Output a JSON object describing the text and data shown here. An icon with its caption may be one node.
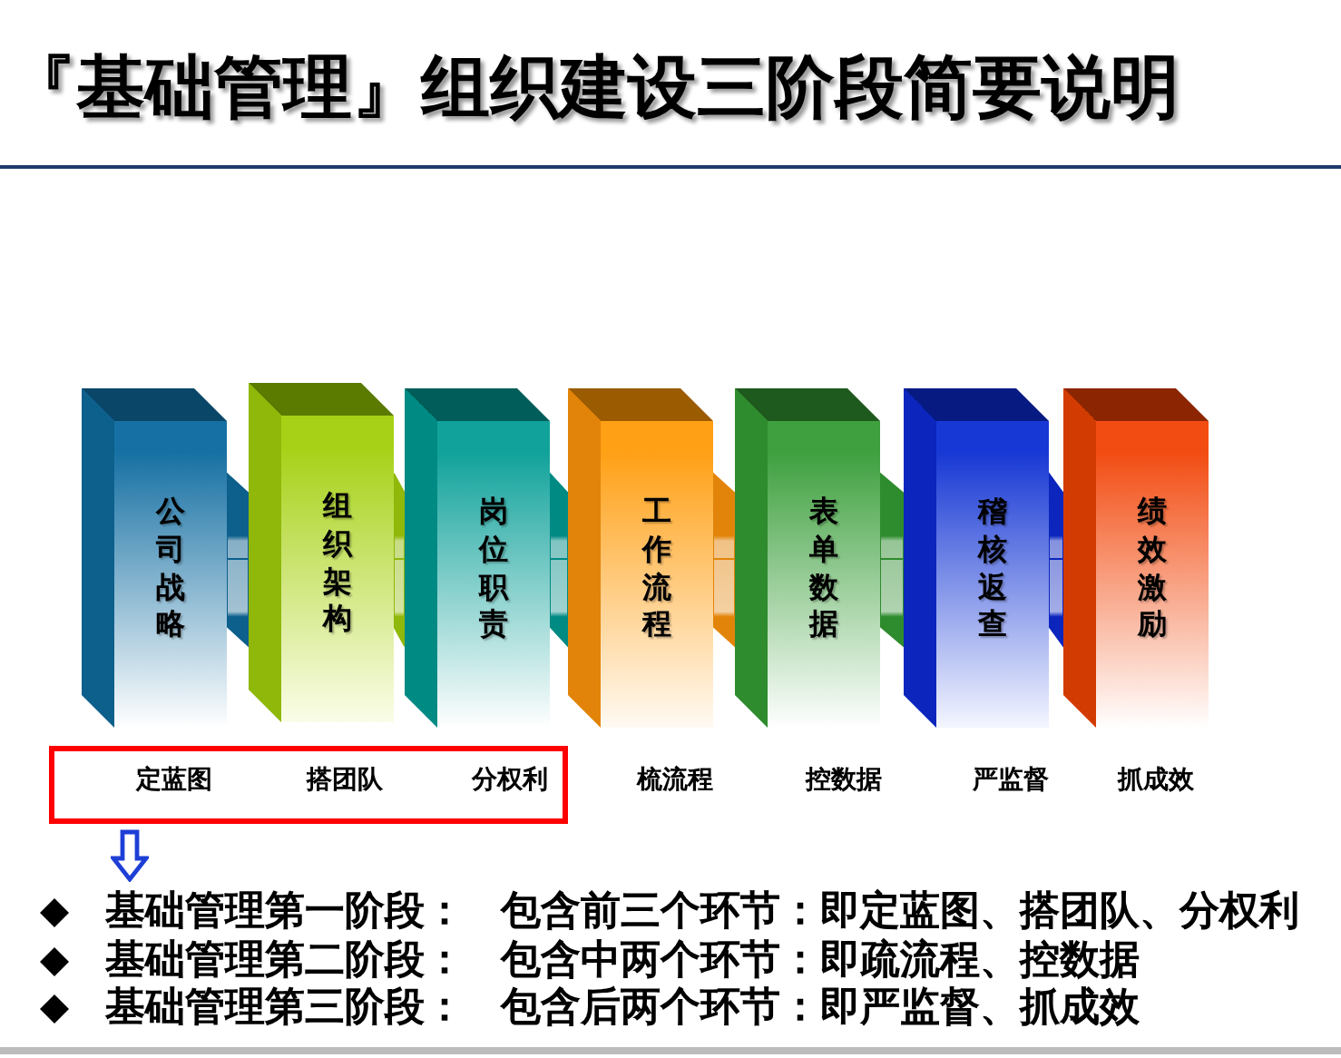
{
  "diagram": {
    "title": "『基础管理』组织建设三阶段简要说明",
    "nodes": [
      {
        "text": [
          "公司战略"
        ],
        "beside": [
          "定蓝图"
        ]
      },
      {
        "text": [
          "组织架构"
        ],
        "beside": [
          "搭团队"
        ]
      },
      {
        "text": [
          "岗位职责"
        ],
        "beside": [
          "分权利"
        ]
      },
      {
        "text": [
          "工作流程"
        ],
        "beside": [
          "梳流程"
        ]
      },
      {
        "text": [
          "表单数据"
        ],
        "beside": [
          "控数据"
        ]
      },
      {
        "text": [
          "稽核返查"
        ],
        "beside": [
          "严监督"
        ]
      },
      {
        "text": [
          "绩效激励"
        ],
        "beside": [
          "抓成效"
        ]
      }
    ],
    "edges": [
      {
        "from": 0,
        "to": 1,
        "arrow": "none",
        "color": "#0d5f8c"
      },
      {
        "from": 1,
        "to": 2,
        "arrow": "none",
        "color": "#8fb80a"
      },
      {
        "from": 2,
        "to": 3,
        "arrow": "none",
        "color": "#008a84"
      },
      {
        "from": 3,
        "to": 4,
        "arrow": "none",
        "color": "#e2840a"
      },
      {
        "from": 4,
        "to": 5,
        "arrow": "none",
        "color": "#2e8b2e"
      },
      {
        "from": 5,
        "to": 6,
        "arrow": "none",
        "color": "#0b25bd"
      }
    ],
    "labels": [
      "基础管理第一阶段：",
      "包含前三个环节：即定蓝图、搭团队、分权利",
      "基础管理第二阶段：",
      "包含中两个环节：即疏流程、控数据",
      "基础管理第三阶段：",
      "包含后两个环节：即严监督、抓成效"
    ]
  }
}
